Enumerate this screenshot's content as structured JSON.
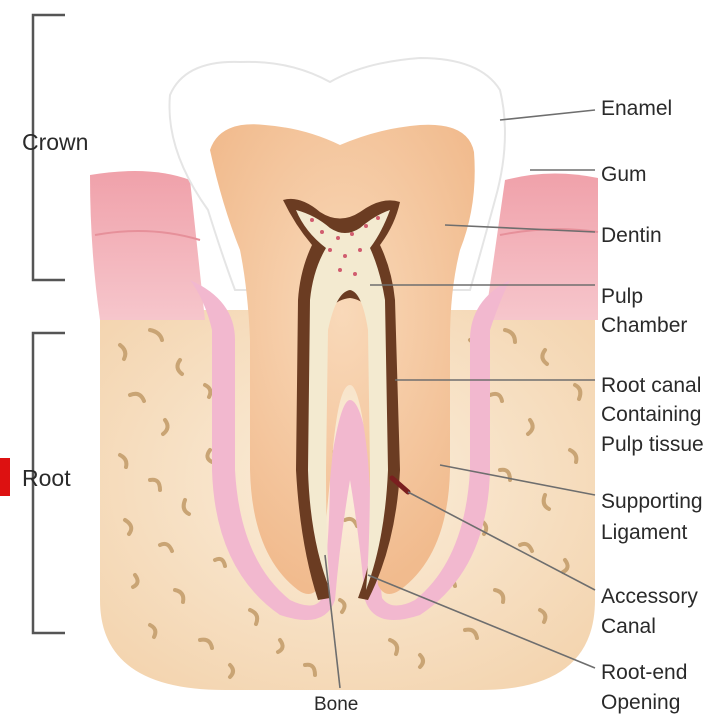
{
  "labels": {
    "crown": "Crown",
    "root": "Root",
    "enamel": "Enamel",
    "gum": "Gum",
    "dentin": "Dentin",
    "pulp_chamber": [
      "Pulp",
      "Chamber"
    ],
    "root_canal": [
      "Root canal",
      "Containing",
      "Pulp tissue"
    ],
    "supporting_ligament": [
      "Supporting",
      "Ligament"
    ],
    "accessory_canal": [
      "Accessory",
      "Canal"
    ],
    "root_end_opening": [
      "Root-end",
      "Opening"
    ],
    "bone": "Bone"
  },
  "colors": {
    "enamel": "#ffffff",
    "dentin": "#f6c9a0",
    "pulp": "#f3ead0",
    "gum": "#ef9ea8",
    "ligament": "#f2b8cf",
    "bone": "#f8e3c6",
    "canal": "#6b3c22",
    "root_marker": "#dd1111"
  }
}
